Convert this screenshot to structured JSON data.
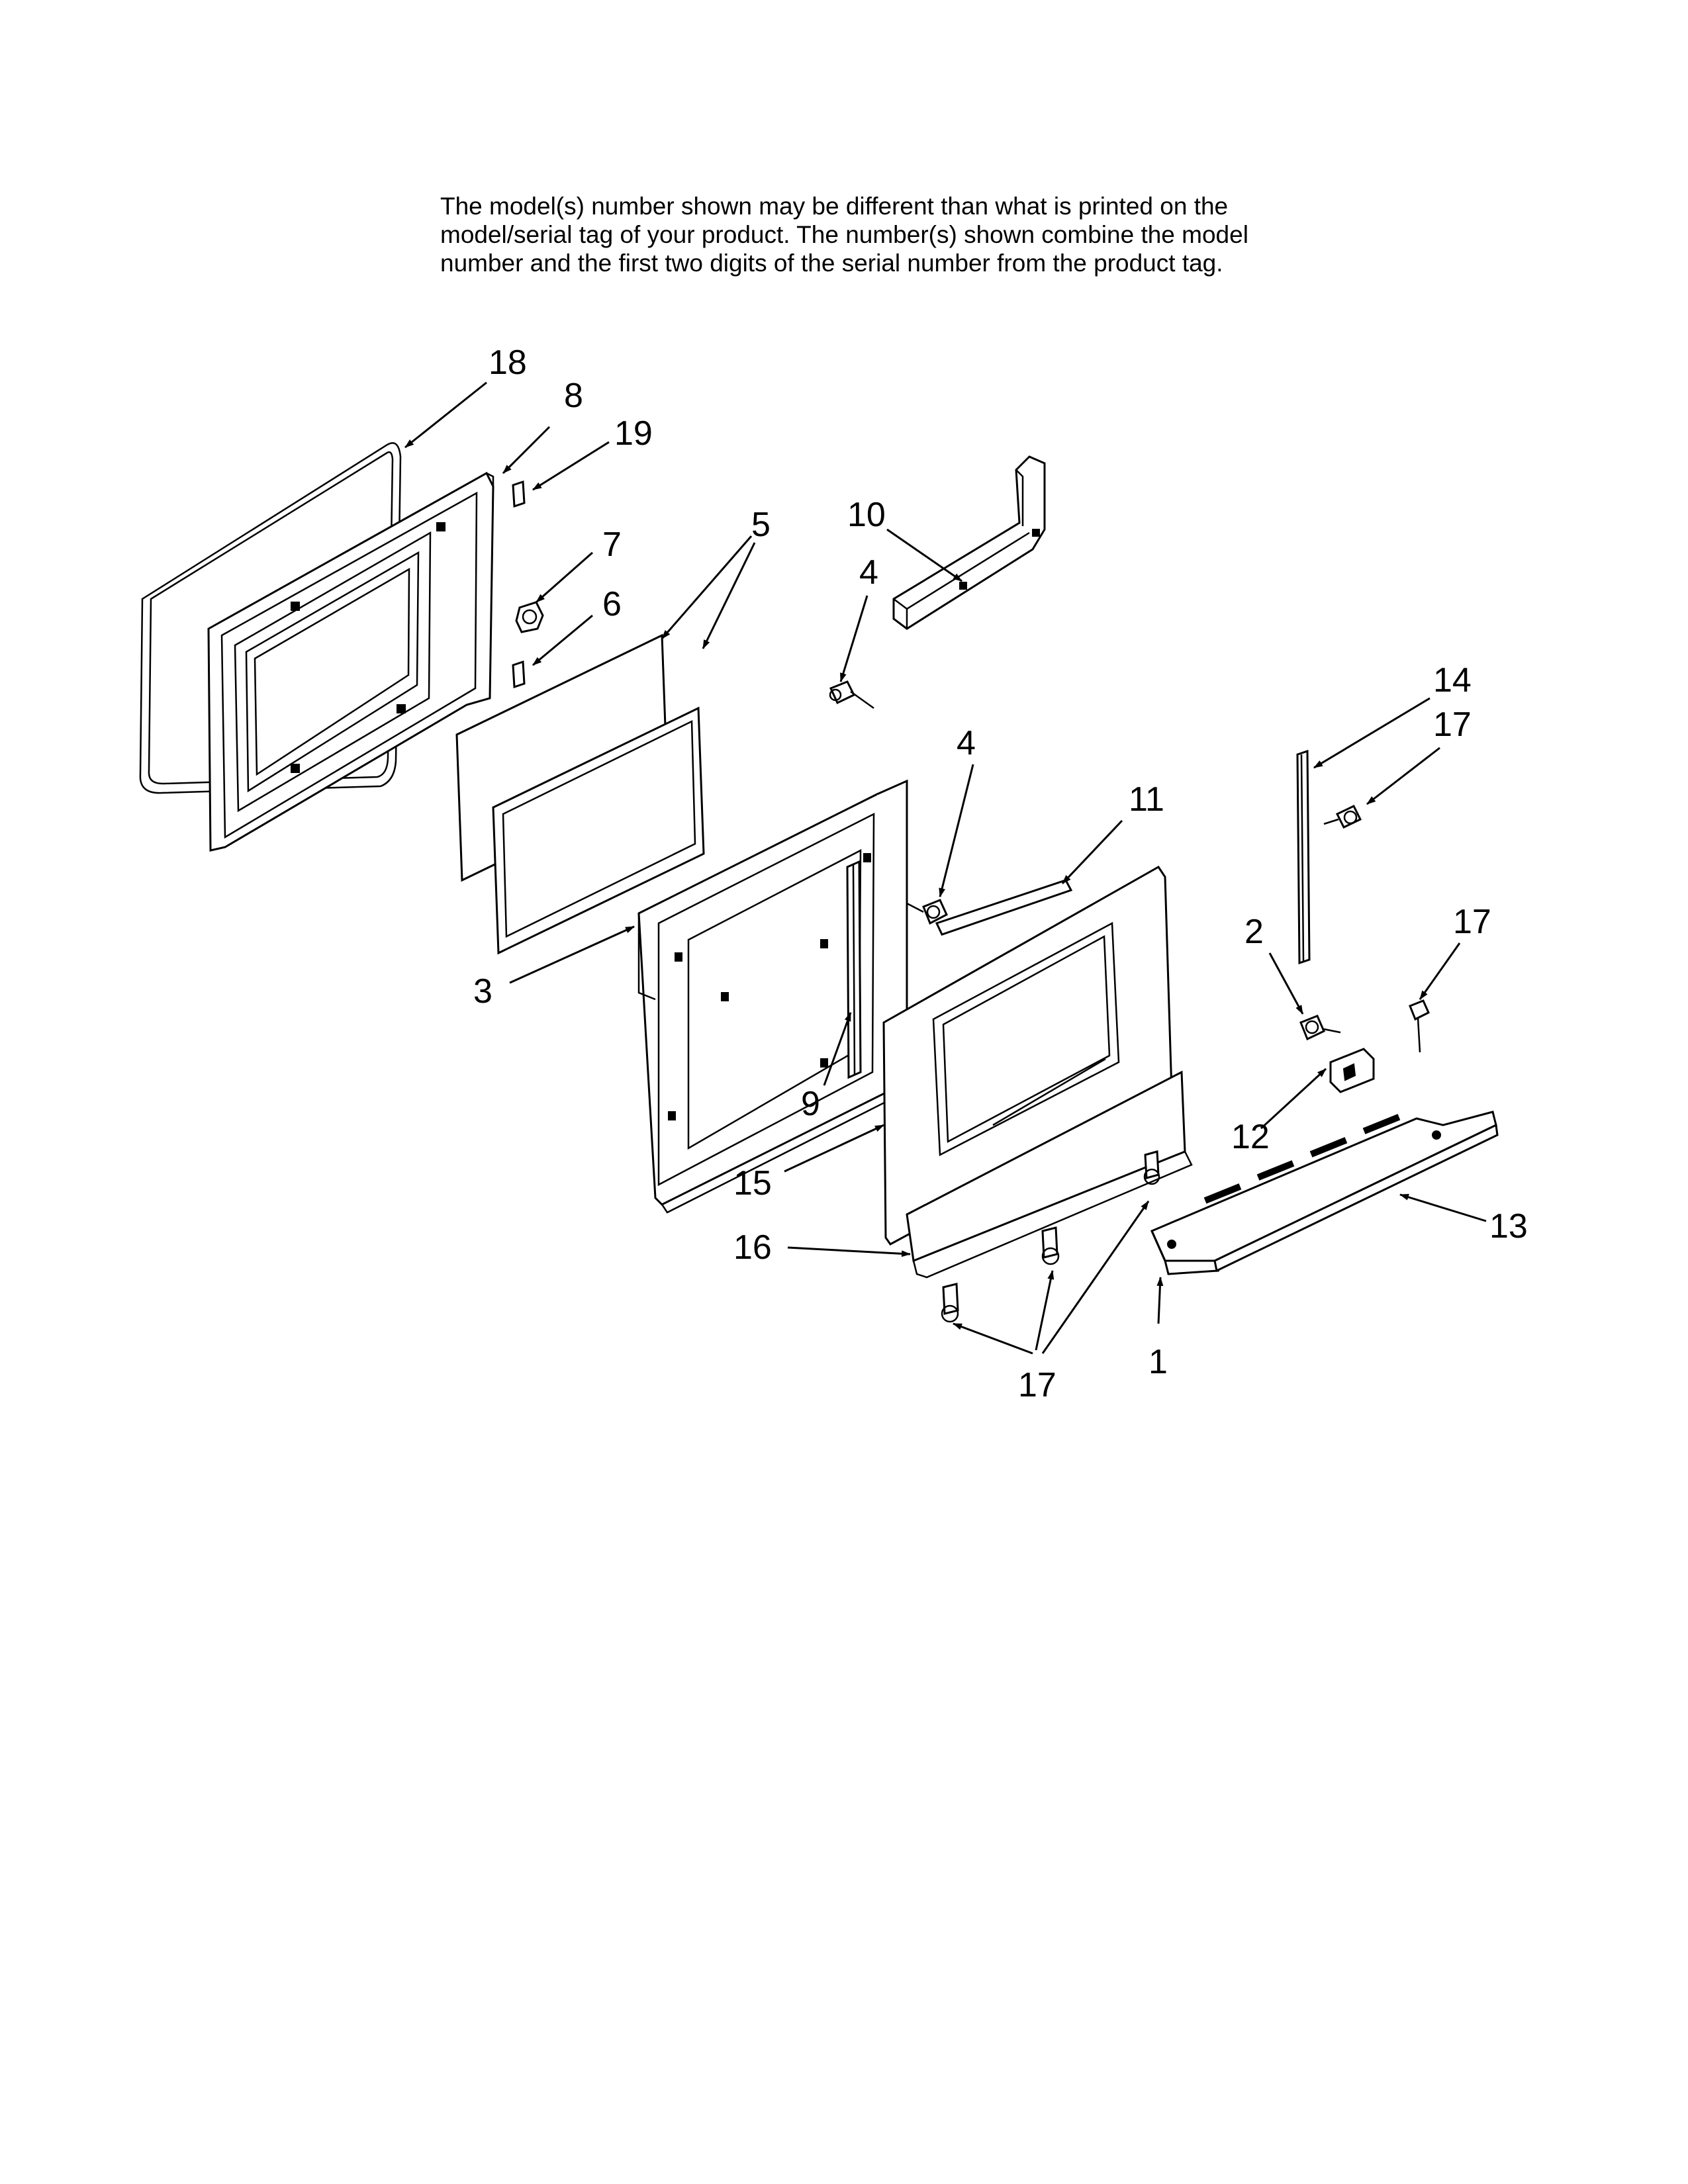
{
  "note": {
    "lines": [
      "The model(s) number shown may be different than what is printed on the",
      "model/serial tag of your product. The number(s) shown combine the model",
      "number and the first two digits of the serial number from the product tag."
    ]
  },
  "callouts": {
    "c18": "18",
    "c8": "8",
    "c19": "19",
    "c7": "7",
    "c6": "6",
    "c5": "5",
    "c10": "10",
    "c4a": "4",
    "c4b": "4",
    "c14": "14",
    "c17a": "17",
    "c11": "11",
    "c2": "2",
    "c17b": "17",
    "c3": "3",
    "c9": "9",
    "c12": "12",
    "c15": "15",
    "c13": "13",
    "c16": "16",
    "c1": "1",
    "c17c": "17"
  }
}
